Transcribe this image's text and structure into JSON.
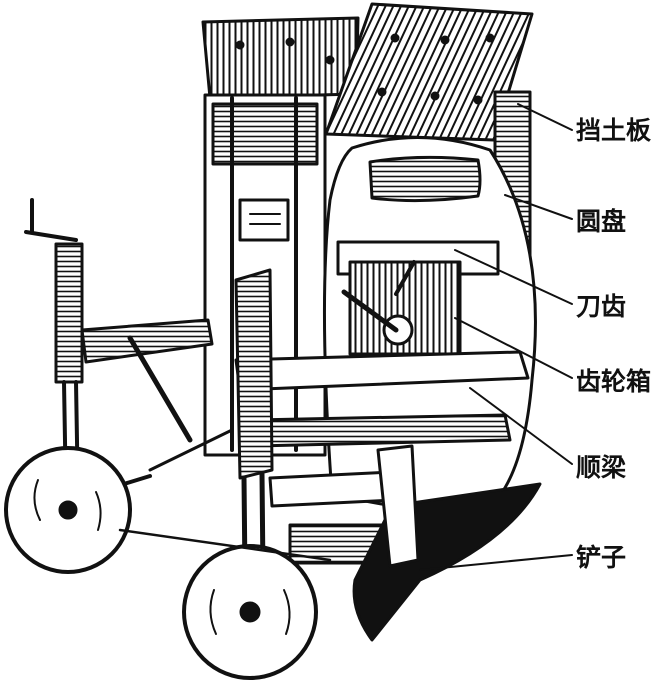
{
  "labels": [
    "挡土板",
    "圆盘",
    "刀齿",
    "齿轮箱",
    "顺梁",
    "铲子"
  ]
}
